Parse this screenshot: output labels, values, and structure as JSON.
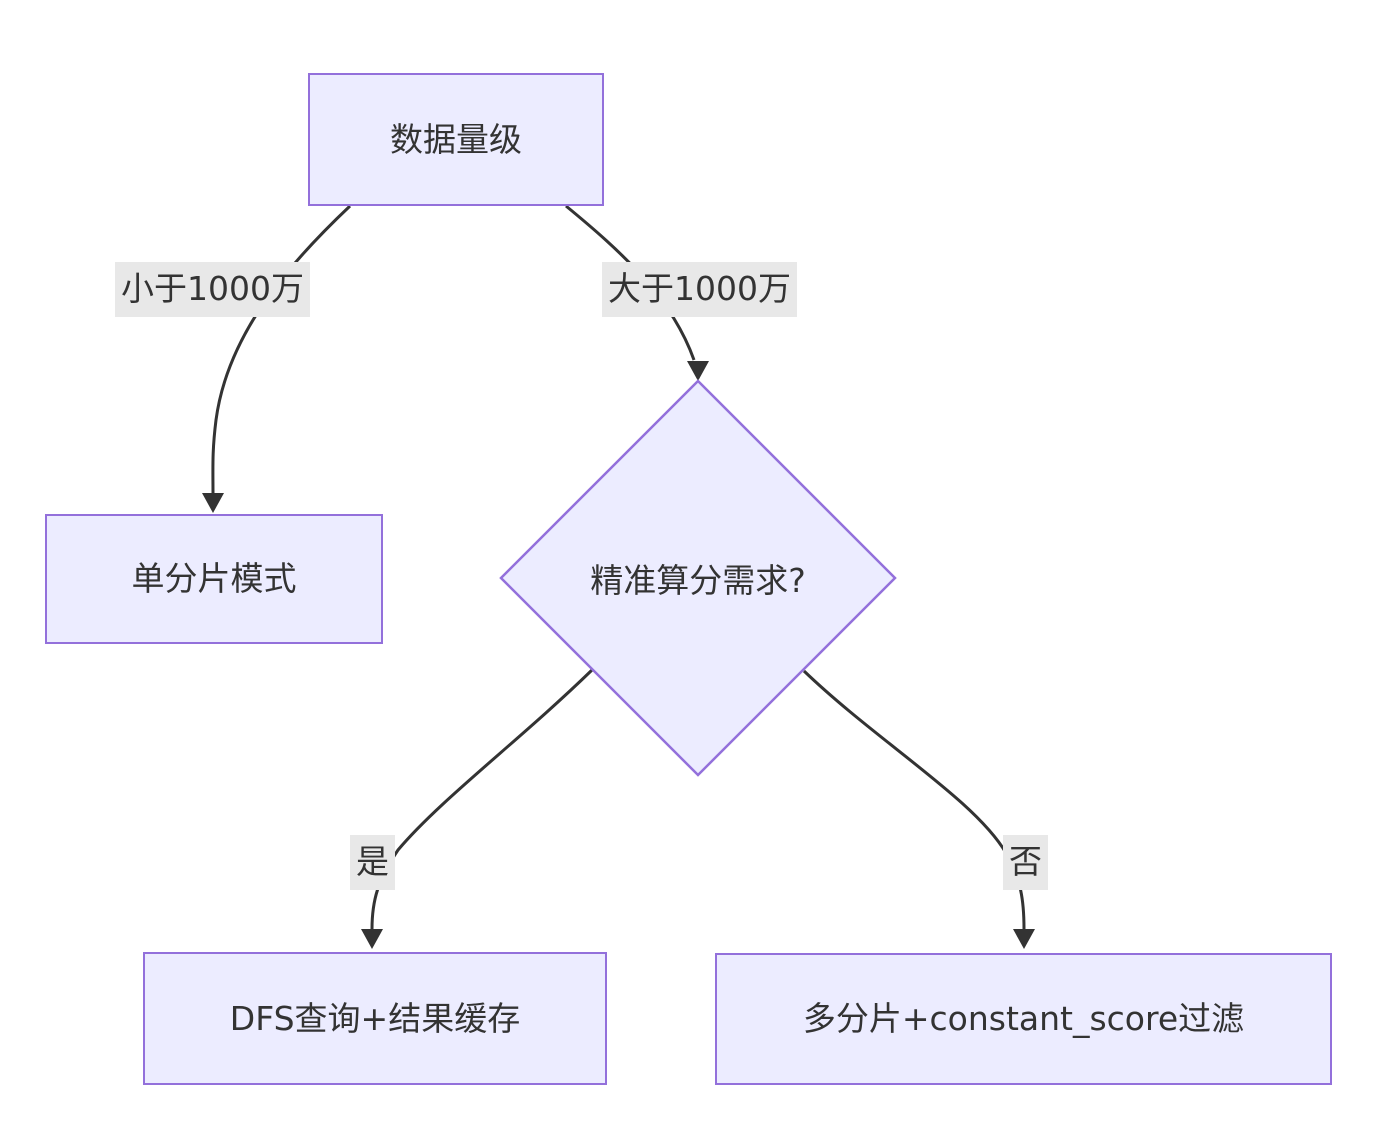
{
  "diagram": {
    "type": "flowchart",
    "direction": "top-down",
    "colors": {
      "background": "#ffffff",
      "node_fill": "#ececff",
      "node_border": "#9370db",
      "edge_line": "#333333",
      "edge_label_bg": "#e8e8e8",
      "text": "#333333"
    },
    "nodes": {
      "root": {
        "label": "数据量级",
        "shape": "rectangle"
      },
      "single_shard": {
        "label": "单分片模式",
        "shape": "rectangle"
      },
      "decision": {
        "label": "精准算分需求?",
        "shape": "diamond"
      },
      "dfs_cache": {
        "label": "DFS查询+结果缓存",
        "shape": "rectangle"
      },
      "multi_shard": {
        "label": "多分片+constant_score过滤",
        "shape": "rectangle"
      }
    },
    "edges": [
      {
        "from": "root",
        "to": "single_shard",
        "label": "小于1000万"
      },
      {
        "from": "root",
        "to": "decision",
        "label": "大于1000万"
      },
      {
        "from": "decision",
        "to": "dfs_cache",
        "label": "是"
      },
      {
        "from": "decision",
        "to": "multi_shard",
        "label": "否"
      }
    ]
  }
}
